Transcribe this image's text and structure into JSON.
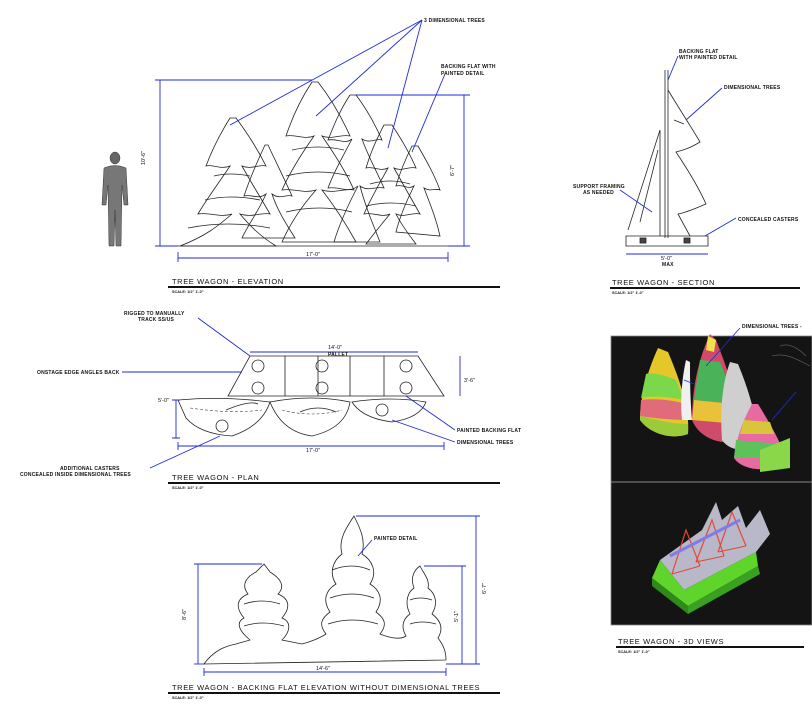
{
  "elevation": {
    "title": "TREE WAGON - ELEVATION",
    "scale": "SCALE:   1/2\"    1'-0\"",
    "callout_dimensional_trees": "3 DIMENSIONAL TREES",
    "callout_backing_flat_line1": "BACKING FLAT WITH",
    "callout_backing_flat_line2": "PAINTED DETAIL",
    "dim_overall_height": "10'-6\"",
    "dim_flat_height": "6'-7\"",
    "dim_overall_width": "17'-0\""
  },
  "section": {
    "title": "TREE WAGON - SECTION",
    "scale": "SCALE:   1/2\"    1'-0\"",
    "callout_backing_flat_line1": "BACKING FLAT",
    "callout_backing_flat_line2": "WITH PAINTED DETAIL",
    "callout_dimensional_trees": "DIMENSIONAL TREES",
    "callout_support_line1": "SUPPORT FRAMING",
    "callout_support_line2": "AS NEEDED",
    "callout_casters": "CONCEALED CASTERS",
    "dim_depth": "5'-0\"",
    "dim_depth_note": "MAX"
  },
  "plan": {
    "title": "TREE WAGON - PLAN",
    "scale": "SCALE:   1/2\"    1'-0\"",
    "callout_rigged_line1": "RIGGED TO MANUALLY",
    "callout_rigged_line2": "TRACK SS/US",
    "callout_onstage": "ONSTAGE EDGE ANGLES BACK",
    "callout_pallet": "PALLET",
    "callout_painted_flat": "PAINTED BACKING FLAT",
    "callout_dim_trees": "DIMENSIONAL TREES",
    "callout_additional_line1": "ADDITIONAL CASTERS",
    "callout_additional_line2": "CONCEALED INSIDE DIMENSIONAL TREES",
    "dim_pallet_width": "14'-0\"",
    "dim_overall_width": "17'-0\"",
    "dim_depth": "5'-0\"",
    "dim_pallet_depth": "3'-6\""
  },
  "backing": {
    "title": "TREE WAGON - BACKING FLAT ELEVATION WITHOUT DIMENSIONAL TREES",
    "scale": "SCALE:   1/2\"    1'-0\"",
    "callout_painted": "PAINTED DETAIL",
    "dim_left_height": "8'-6\"",
    "dim_overall_height": "6'-7\"",
    "dim_right_height": "5'-1\"",
    "dim_width": "14'-6\""
  },
  "views3d": {
    "title": "TREE WAGON - 3D VIEWS",
    "scale": "SCALE:   1/2\"    1'-0\"",
    "callout_dim_trees": "DIMENSIONAL TREES -"
  },
  "colors": {
    "dimension_blue": "#1f2bd6",
    "render_background": "#141414",
    "render_border": "#888888"
  }
}
